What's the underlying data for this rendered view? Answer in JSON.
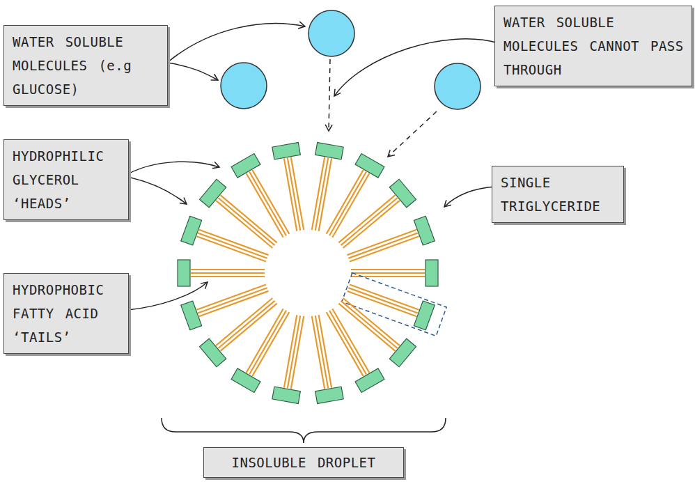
{
  "diagram": {
    "nodes": [
      {
        "text": [
          "WATER SOLUBLE MOLECULES (e.g GLUCOSE)"
        ]
      },
      {
        "text": [
          "WATER SOLUBLE MOLECULES CANNOT PASS THROUGH"
        ]
      },
      {
        "text": [
          "HYDROPHILIC GLYCEROL ‘HEADS’"
        ]
      },
      {
        "text": [
          "SINGLE TRIGLYCERIDE"
        ]
      },
      {
        "text": [
          "HYDROPHOBIC FATTY ACID ‘TAILS’"
        ]
      },
      {
        "text": [
          "INSOLUBLE DROPLET"
        ]
      }
    ]
  }
}
